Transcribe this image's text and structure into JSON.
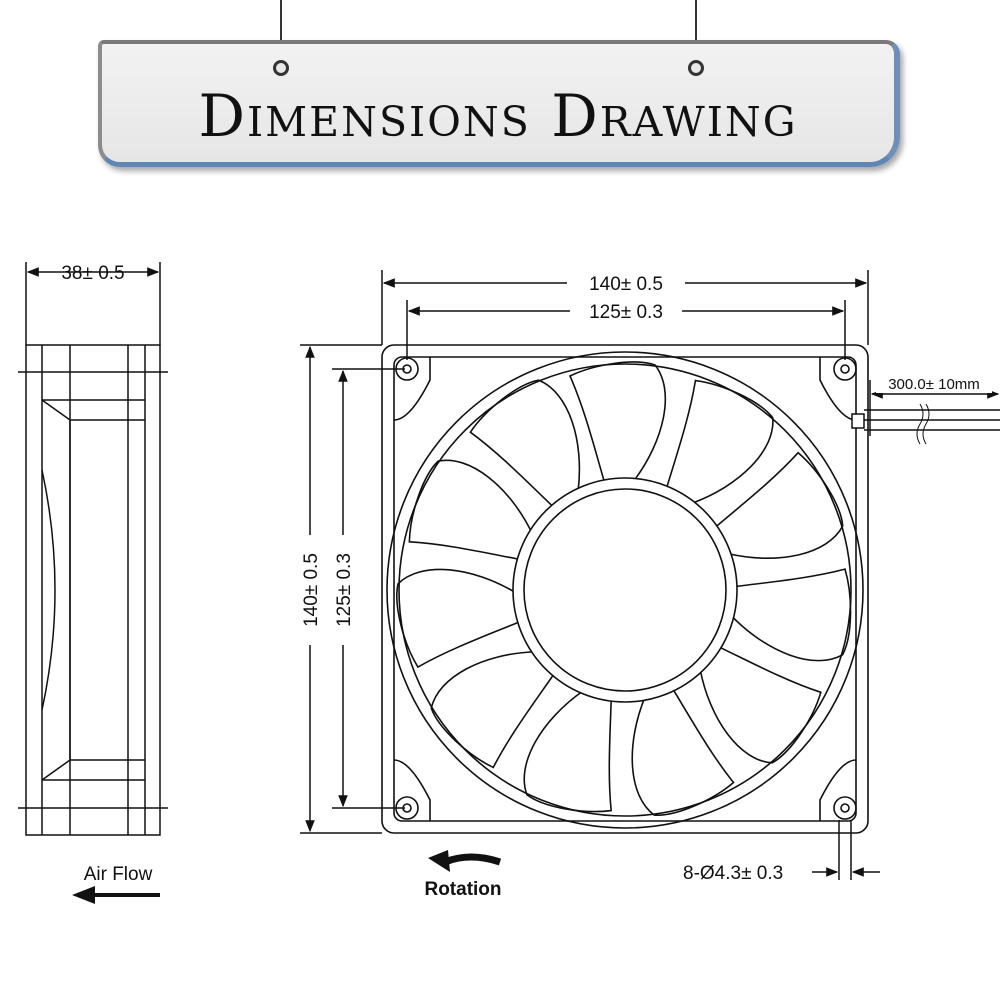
{
  "banner": {
    "title": "Dimensions Drawing",
    "border_color": "#5f86b4"
  },
  "side_view": {
    "depth_label": "38± 0.5",
    "airflow_label": "Air Flow"
  },
  "front_view": {
    "outer_width_label": "140± 0.5",
    "hole_spacing_width_label": "125± 0.3",
    "outer_height_label": "140± 0.5",
    "hole_spacing_height_label": "125± 0.3",
    "cable_length_label": "300.0± 10mm",
    "hole_label": "8-Ø4.3± 0.3",
    "rotation_label": "Rotation"
  }
}
